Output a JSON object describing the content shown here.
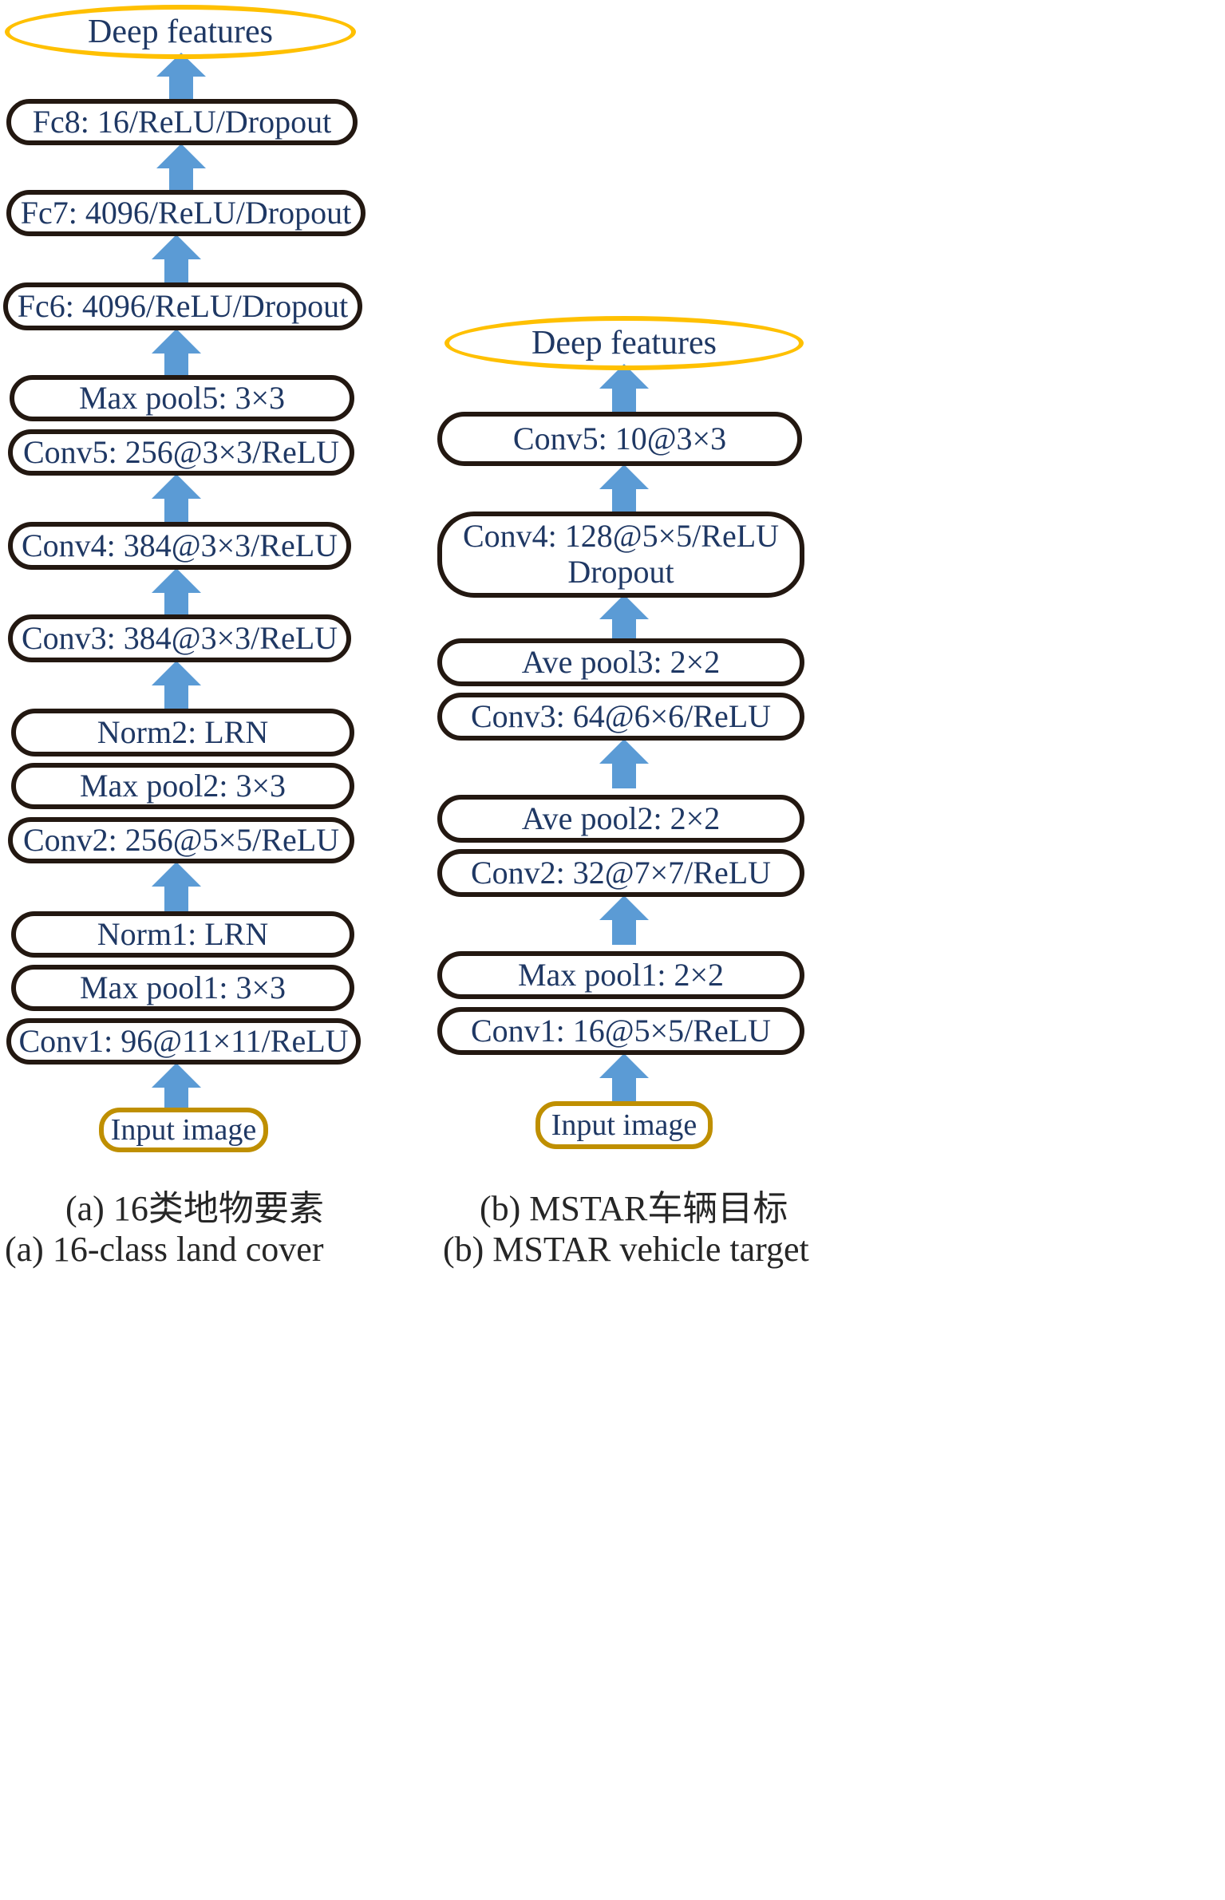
{
  "figure": {
    "type": "diagram",
    "subtype": "cnn-architecture-flowchart",
    "colors": {
      "node_border": "#231811",
      "input_border": "#BF8F00",
      "ellipse_border": "#FFC000",
      "text": "#1F3864",
      "arrow": "#5B9BD5",
      "caption_text": "#262626",
      "background": "#FFFFFF"
    },
    "panels": [
      {
        "id": "a",
        "caption_cn": "(a) 16类地物要素",
        "caption_en": "(a) 16-class land cover",
        "output_label": "Deep features",
        "input_label": "Input image",
        "layers": [
          "Fc8: 16/ReLU/Dropout",
          "Fc7: 4096/ReLU/Dropout",
          "Fc6: 4096/ReLU/Dropout",
          "Max pool5: 3×3",
          "Conv5: 256@3×3/ReLU",
          "Conv4: 384@3×3/ReLU",
          "Conv3: 384@3×3/ReLU",
          "Norm2: LRN",
          "Max pool2: 3×3",
          "Conv2: 256@5×5/ReLU",
          "Norm1: LRN",
          "Max pool1: 3×3",
          "Conv1: 96@11×11/ReLU"
        ]
      },
      {
        "id": "b",
        "caption_cn": "(b) MSTAR车辆目标",
        "caption_en": "(b) MSTAR vehicle target",
        "output_label": "Deep features",
        "input_label": "Input image",
        "layers": [
          "Conv5: 10@3×3",
          "Conv4: 128@5×5/ReLU\nDropout",
          "Ave pool3: 2×2",
          "Conv3: 64@6×6/ReLU",
          "Ave pool2: 2×2",
          "Conv2: 32@7×7/ReLU",
          "Max pool1: 2×2",
          "Conv1: 16@5×5/ReLU"
        ]
      }
    ]
  }
}
